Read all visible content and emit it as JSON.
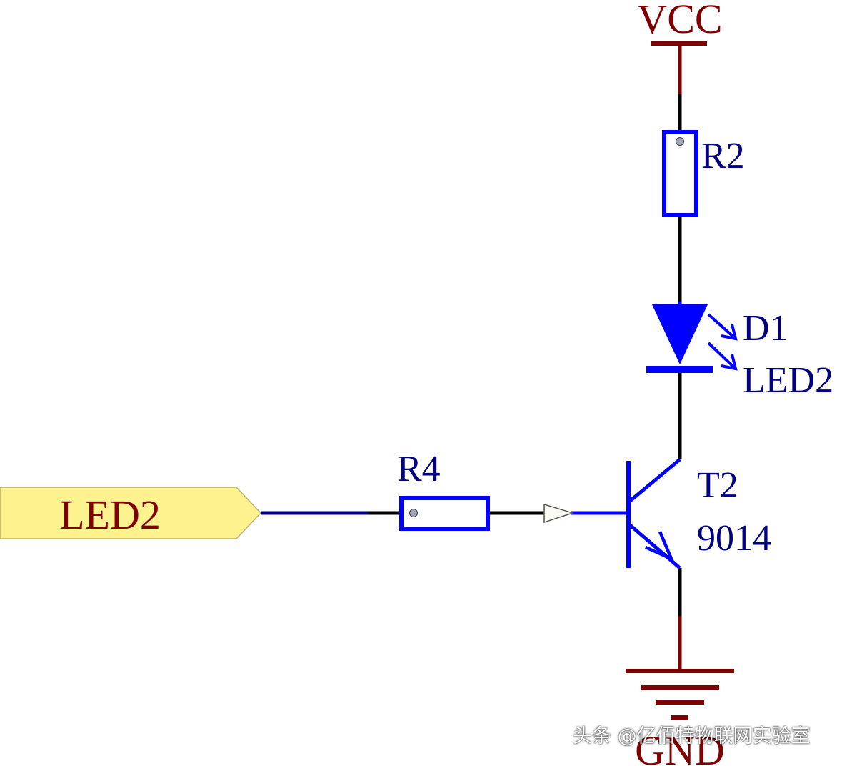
{
  "power": {
    "vcc_label": "VCC",
    "gnd_label": "GND"
  },
  "resistor_r2": {
    "designator": "R2"
  },
  "led_d1": {
    "designator": "D1",
    "comment": "LED2"
  },
  "transistor_t2": {
    "designator": "T2",
    "comment": "9014"
  },
  "resistor_r4": {
    "designator": "R4"
  },
  "net_port": {
    "label": "LED2"
  },
  "watermark": {
    "text": "头条 @亿佰特物联网实验室"
  },
  "colors": {
    "component_blue": "#0000ff",
    "label_navy": "#000080",
    "power_maroon": "#800000",
    "wire": "#000000",
    "port_fill": "#fdf28e",
    "pin_dot": "#a0a4b0"
  }
}
